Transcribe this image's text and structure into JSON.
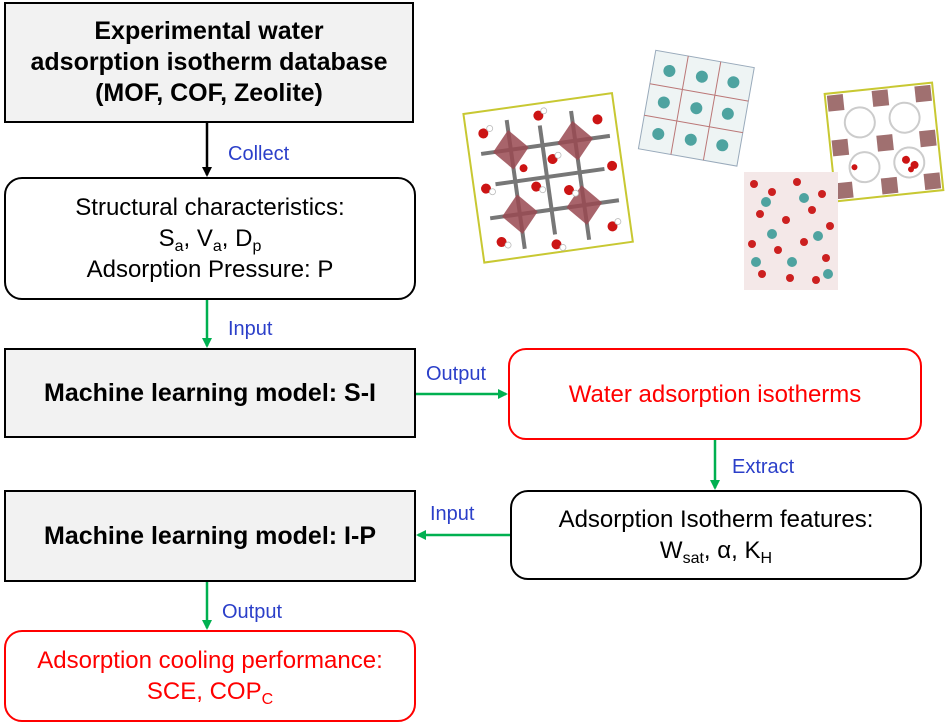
{
  "database_box": {
    "line1": "Experimental water",
    "line2": "adsorption isotherm database",
    "line3": "(MOF, COF, Zeolite)"
  },
  "structural_box": {
    "line1": "Structural characteristics:",
    "s": "S",
    "s_sub": "a",
    "v": "V",
    "v_sub": "a",
    "d": "D",
    "d_sub": "p",
    "line3": "Adsorption Pressure: P"
  },
  "model_si": {
    "label": "Machine learning model: S-I"
  },
  "isotherms_box": {
    "label": "Water adsorption isotherms"
  },
  "features_box": {
    "line1": "Adsorption Isotherm features:",
    "w": "W",
    "w_sub": "sat",
    "alpha": "α",
    "k": "K",
    "k_sub": "H"
  },
  "model_ip": {
    "label": "Machine learning model: I-P"
  },
  "cooling_box": {
    "line1": "Adsorption cooling performance:",
    "sce": "SCE",
    "cop": "COP",
    "cop_sub": "C"
  },
  "arrow_labels": {
    "collect": "Collect",
    "input1": "Input",
    "output1": "Output",
    "extract": "Extract",
    "input2": "Input",
    "output2": "Output"
  },
  "colors": {
    "arrow_black": "#000000",
    "arrow_green": "#00b050",
    "label_blue": "#2b3fc9",
    "output_red": "#ff0000"
  }
}
